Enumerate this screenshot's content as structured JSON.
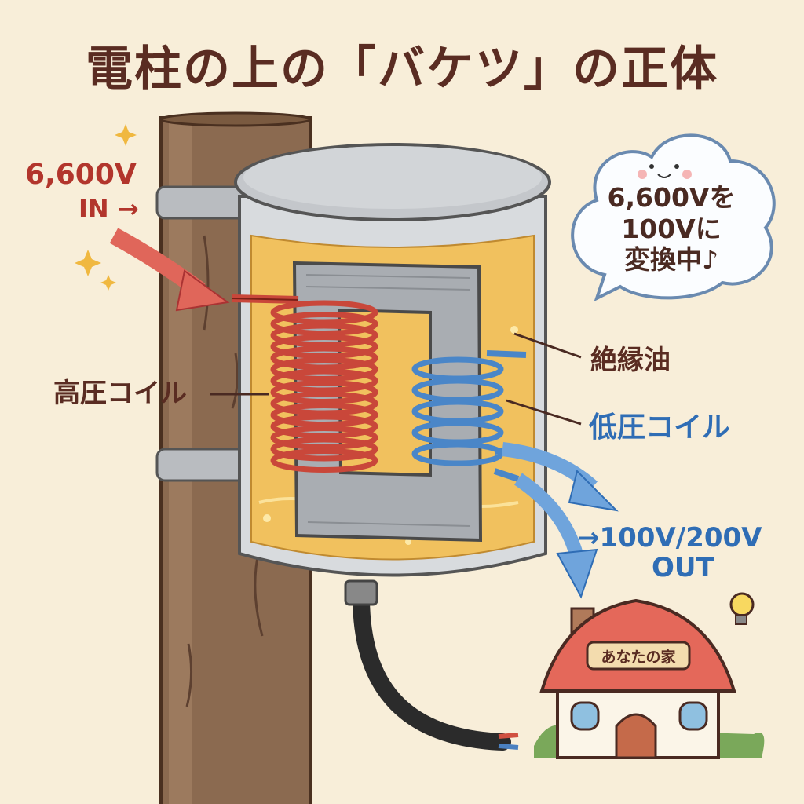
{
  "title": "電柱の上の「バケツ」の正体",
  "input": {
    "voltage": "6,600V",
    "label": "IN →"
  },
  "bubble": {
    "line1": "6,600Vを",
    "line2": "100Vに",
    "line3": "変換中♪"
  },
  "labels": {
    "insulating_oil": "絶縁油",
    "high_voltage_coil": "高圧コイル",
    "low_voltage_coil": "低圧コイル"
  },
  "output": {
    "voltage": "→100V/200V",
    "label": "OUT"
  },
  "house": {
    "sign": "あなたの家"
  },
  "colors": {
    "background": "#f8eed9",
    "title": "#5a2c22",
    "high": "#b2352c",
    "low": "#2f6db5",
    "oil": "#f1c15e",
    "pole": "#8b6a50"
  }
}
